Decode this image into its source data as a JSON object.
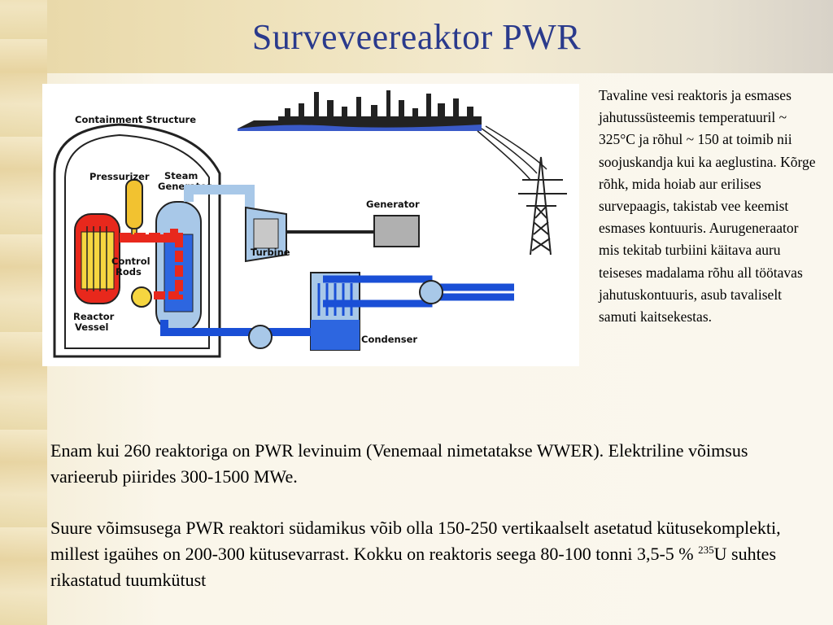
{
  "slide": {
    "title": "Surveveereaktor PWR",
    "side_note": "Tavaline vesi reaktoris ja esmases jahutussüsteemis temperatuuril ~ 325°C ja rõhul ~ 150 at toimib nii soojuskandja kui ka aeglustina. Kõrge rõhk, mida hoiab aur erilises survepaagis, takistab vee keemist esmases kontuuris. Aurugeneraator mis tekitab turbiini käitava auru teiseses madalama rõhu all töötavas jahutuskontuuris, asub tavaliselt samuti kaitsekestas.",
    "paragraph1": "Enam kui 260 reaktoriga on PWR levinuim (Venemaal nimetatakse WWER). Elektriline võimsus varieerub piirides 300-1500 MWe.",
    "paragraph2_part1": "Suure võimsusega PWR reaktori südamikus võib olla 150-250 vertikaalselt asetatud kütusekomplekti, millest igaühes on 200-300 kütusevarrast. Kokku on reaktoris seega 80-100 tonni 3,5-5 % ",
    "paragraph2_sup": "235",
    "paragraph2_part2": "U suhtes rikastatud tuumkütust"
  },
  "diagram": {
    "labels": {
      "containment": "Containment Structure",
      "pressurizer": "Pressurizer",
      "steam_generator_1": "Steam",
      "steam_generator_2": "Generator",
      "control_rods_1": "Control",
      "control_rods_2": "Rods",
      "reactor_vessel_1": "Reactor",
      "reactor_vessel_2": "Vessel",
      "generator": "Generator",
      "turbine": "Turbine",
      "condenser": "Condenser"
    },
    "colors": {
      "hot_loop": "#e8281c",
      "cold_loop": "#1a4fd6",
      "steam": "#a8c8e8",
      "pressurizer": "#f2c230",
      "core": "#f6d640"
    }
  }
}
